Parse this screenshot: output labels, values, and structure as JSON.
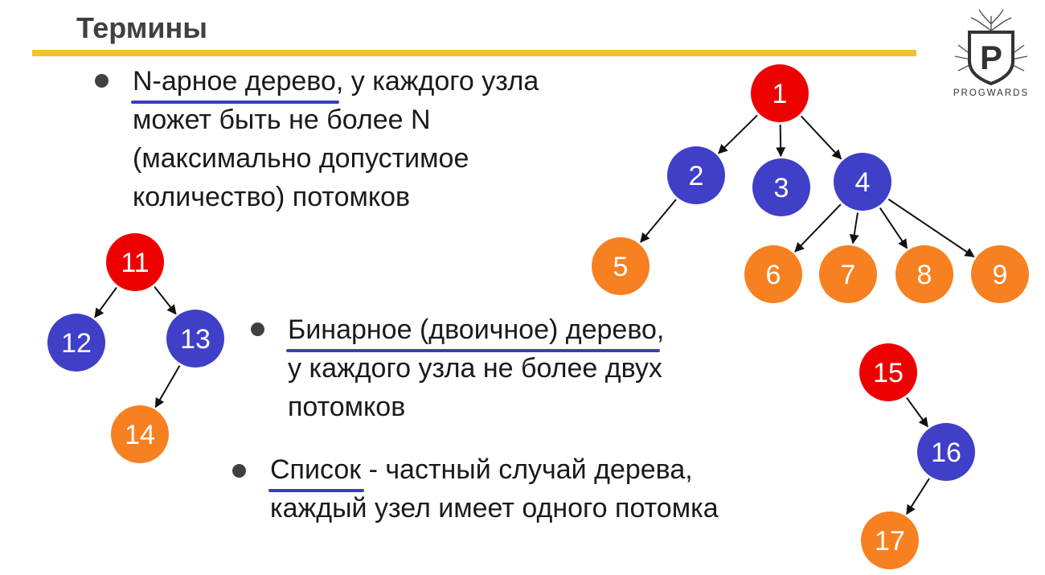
{
  "title": "Термины",
  "logo": {
    "text": "PROGWARDS",
    "glyph": "P"
  },
  "colors": {
    "red": "#ee0000",
    "blue": "#3f3fc8",
    "orange": "#f78020",
    "accent": "#f1c232",
    "underline": "#3a3dbd"
  },
  "bullets": {
    "nary": {
      "term": "N-арное дерево",
      "rest": ", у каждого узла",
      "line2": "может быть не более N",
      "line3": "(максимально допустимое",
      "line4": "количество) потомков"
    },
    "binary": {
      "term": "Бинарное (двоичное) дерево",
      "rest": ",",
      "line2": "у каждого узла не более двух",
      "line3": "потомков"
    },
    "list": {
      "term": "Список",
      "rest": " - частный случай дерева,",
      "line2": "каждый узел имеет одного потомка"
    }
  },
  "nodes": [
    {
      "id": "1",
      "label": "1",
      "color": "red"
    },
    {
      "id": "2",
      "label": "2",
      "color": "blue"
    },
    {
      "id": "3",
      "label": "3",
      "color": "blue"
    },
    {
      "id": "4",
      "label": "4",
      "color": "blue"
    },
    {
      "id": "5",
      "label": "5",
      "color": "orange"
    },
    {
      "id": "6",
      "label": "6",
      "color": "orange"
    },
    {
      "id": "7",
      "label": "7",
      "color": "orange"
    },
    {
      "id": "8",
      "label": "8",
      "color": "orange"
    },
    {
      "id": "9",
      "label": "9",
      "color": "orange"
    },
    {
      "id": "11",
      "label": "11",
      "color": "red"
    },
    {
      "id": "12",
      "label": "12",
      "color": "blue"
    },
    {
      "id": "13",
      "label": "13",
      "color": "blue"
    },
    {
      "id": "14",
      "label": "14",
      "color": "orange"
    },
    {
      "id": "15",
      "label": "15",
      "color": "red"
    },
    {
      "id": "16",
      "label": "16",
      "color": "blue"
    },
    {
      "id": "17",
      "label": "17",
      "color": "orange"
    }
  ],
  "edges": [
    [
      "1",
      "2"
    ],
    [
      "1",
      "3"
    ],
    [
      "1",
      "4"
    ],
    [
      "2",
      "5"
    ],
    [
      "4",
      "6"
    ],
    [
      "4",
      "7"
    ],
    [
      "4",
      "8"
    ],
    [
      "4",
      "9"
    ],
    [
      "11",
      "12"
    ],
    [
      "11",
      "13"
    ],
    [
      "13",
      "14"
    ],
    [
      "15",
      "16"
    ],
    [
      "16",
      "17"
    ]
  ]
}
